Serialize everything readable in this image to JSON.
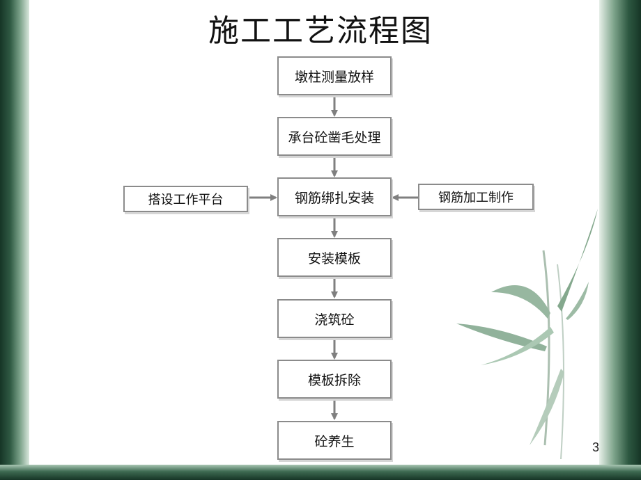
{
  "title": "施工工艺流程图",
  "page_number": "3",
  "steps": [
    "墩柱测量放样",
    "承台砼凿毛处理",
    "钢筋绑扎安装",
    "安装模板",
    "浇筑砼",
    "模板拆除",
    "砼养生"
  ],
  "side_inputs": {
    "left": "搭设工作平台",
    "right": "钢筋加工制作"
  },
  "colors": {
    "box_border": "#8b8b8b",
    "arrow": "#7f7f7f",
    "leaf": "#6f9a7a",
    "frame": "#2f5a43"
  }
}
